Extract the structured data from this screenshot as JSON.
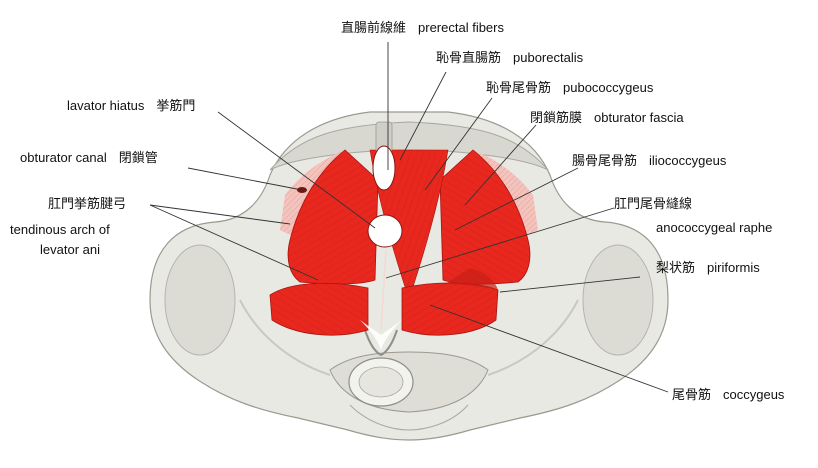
{
  "labels": {
    "prerectal": {
      "jp": "直腸前線維",
      "en": "prerectal fibers"
    },
    "puborectalis": {
      "jp": "恥骨直腸筋",
      "en": "puborectalis"
    },
    "pubococcygeus": {
      "jp": "恥骨尾骨筋",
      "en": "pubococcygeus"
    },
    "obturator_fascia": {
      "jp": "閉鎖筋膜",
      "en": "obturator fascia"
    },
    "iliococcygeus": {
      "jp": "腸骨尾骨筋",
      "en": "iliococcygeus"
    },
    "anococcygeal": {
      "jp": "肛門尾骨縫線",
      "en": "anococcygeal raphe"
    },
    "piriformis": {
      "jp": "梨状筋",
      "en": "piriformis"
    },
    "coccygeus": {
      "jp": "尾骨筋",
      "en": "coccygeus"
    },
    "levator_hiatus": {
      "jp": "挙筋門",
      "en": "lavator hiatus"
    },
    "obturator_canal": {
      "jp": "閉鎖管",
      "en": "obturator canal"
    },
    "tendinous_arch": {
      "jp": "肛門挙筋腱弓",
      "en_line1": "tendinous arch of",
      "en_line2": "levator ani"
    }
  },
  "colors": {
    "muscle": "#e8281e",
    "muscle_dark": "#b81810",
    "bone": "#e9e9e4",
    "bone_shade": "#c9c9c2",
    "fascia": "#f0a8a0",
    "leader": "#333333"
  }
}
